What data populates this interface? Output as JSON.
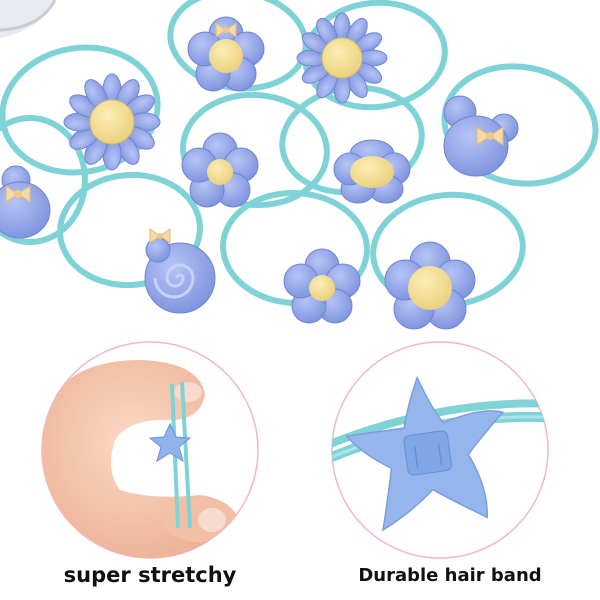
{
  "product": {
    "scene": "blue elastic hair ties with flower charms",
    "colors": {
      "band": "#7fd3d6",
      "band_dark": "#5fbcc0",
      "charm": "#8ea2e6",
      "charm_dark": "#6f84d4",
      "center": "#f2dc8e",
      "circle_border": "#f2b6c8"
    }
  },
  "panels": [
    {
      "caption": "super stretchy",
      "icon": "finger-stretch-photo"
    },
    {
      "caption": "Durable hair band",
      "icon": "starfish-charm-closeup"
    }
  ]
}
